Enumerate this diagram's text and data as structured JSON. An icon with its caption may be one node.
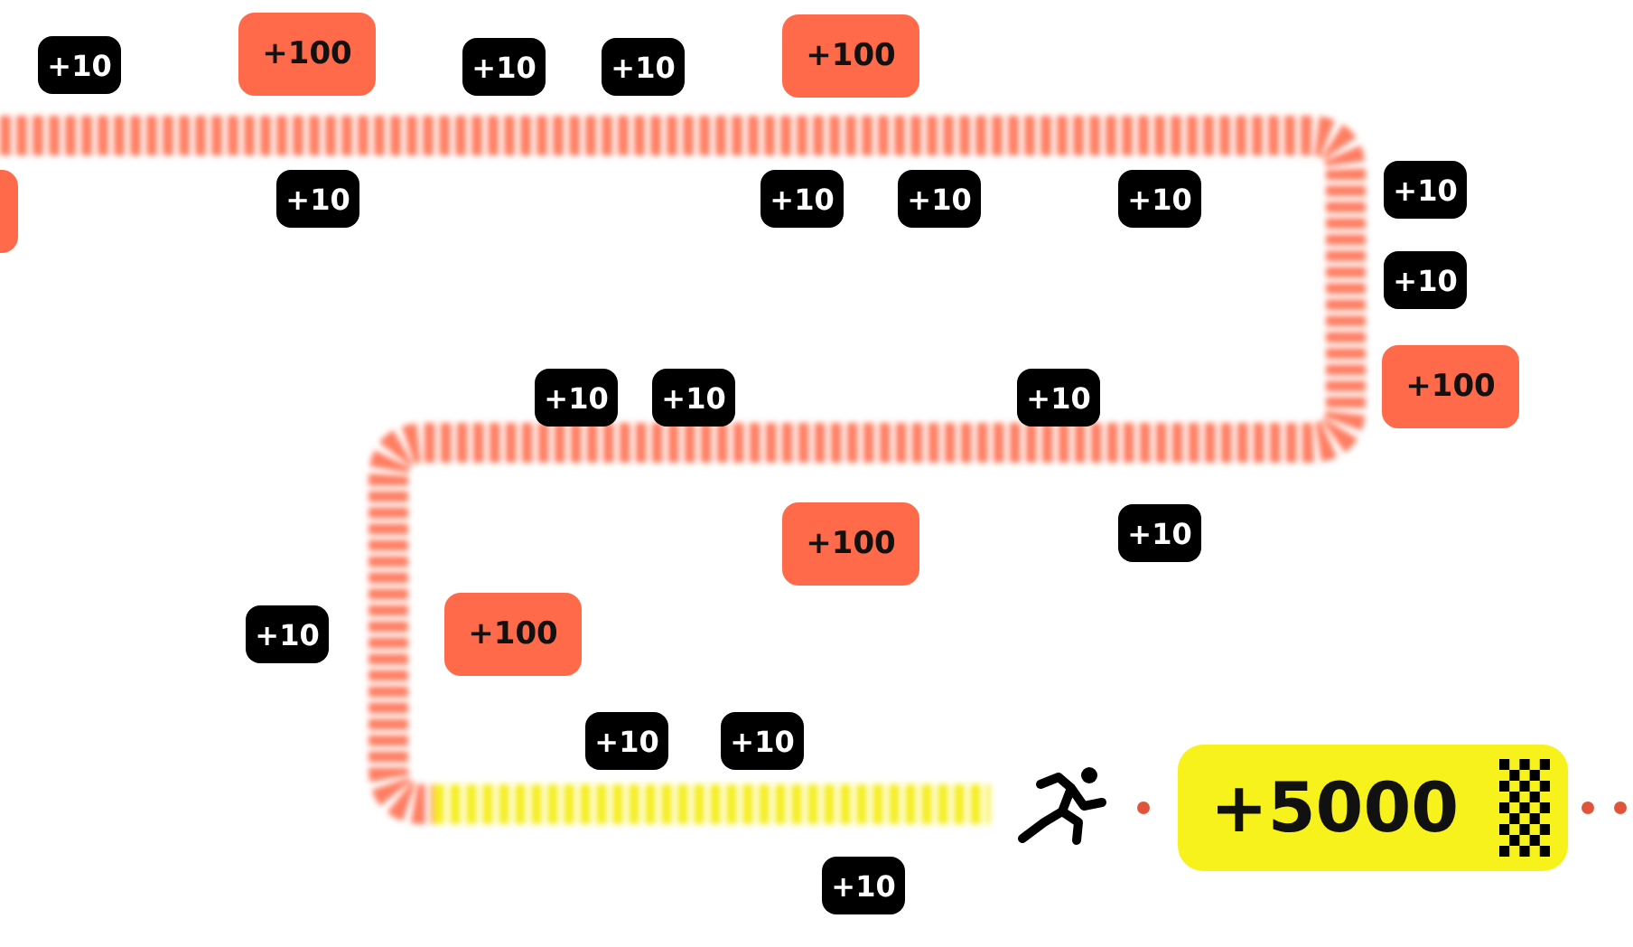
{
  "diagram": {
    "labels": [
      "+10",
      "+100",
      "+10",
      "+10",
      "+100",
      "+10",
      "+10",
      "+10",
      "+10",
      "+10",
      "+10",
      "+10",
      "+10",
      "+10",
      "+100",
      "+100",
      "+10",
      "+10",
      "+100",
      "+10",
      "+10",
      "+5000",
      "+10"
    ]
  }
}
